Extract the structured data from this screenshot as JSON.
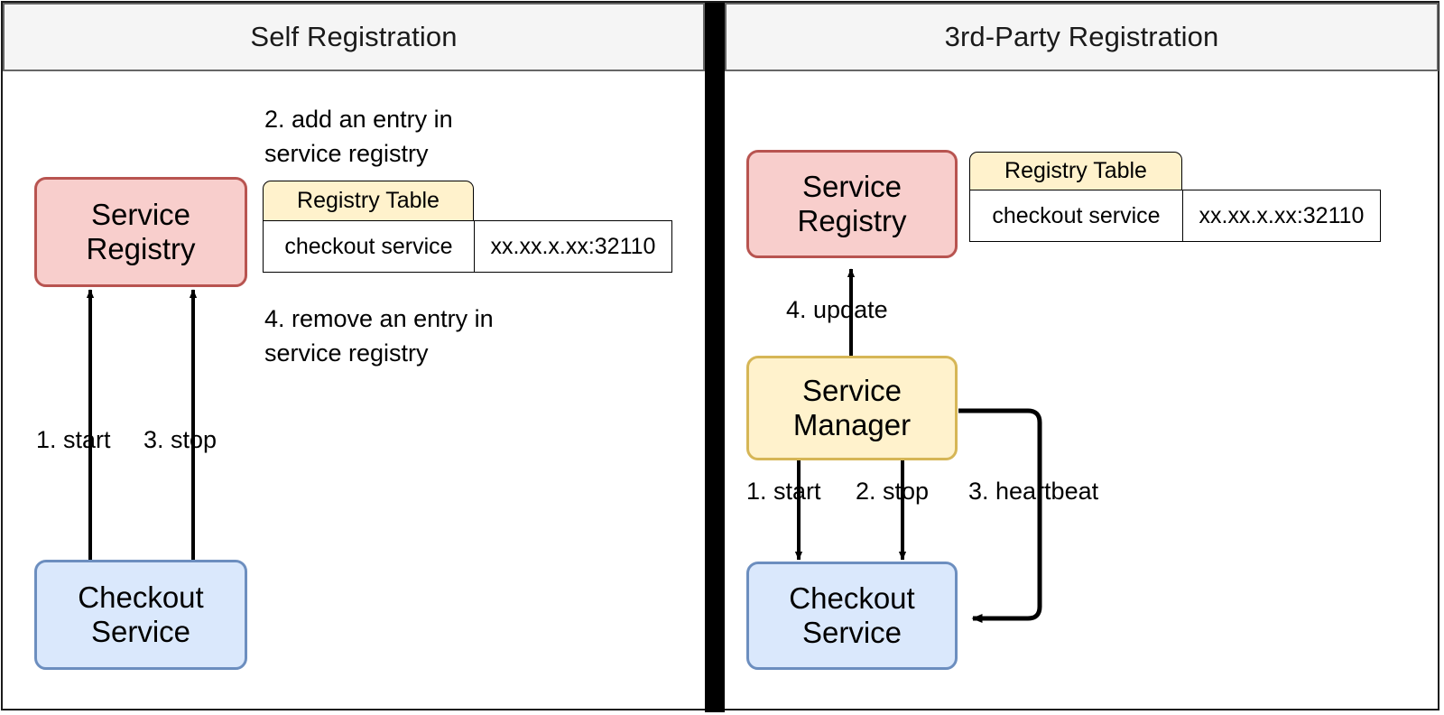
{
  "panels": {
    "left": {
      "title": "Self Registration",
      "nodes": {
        "registry": {
          "line1": "Service",
          "line2": "Registry"
        },
        "checkout": {
          "line1": "Checkout",
          "line2": "Service"
        }
      },
      "table": {
        "header": "Registry Table",
        "row": {
          "name": "checkout service",
          "address": "xx.xx.x.xx:32110"
        }
      },
      "notes": {
        "add_entry": "2. add an entry in\nservice registry",
        "remove_entry": "4. remove an entry in\nservice registry"
      },
      "edges": {
        "start": "1. start",
        "stop": "3. stop"
      }
    },
    "right": {
      "title": "3rd-Party Registration",
      "nodes": {
        "registry": {
          "line1": "Service",
          "line2": "Registry"
        },
        "manager": {
          "line1": "Service",
          "line2": "Manager"
        },
        "checkout": {
          "line1": "Checkout",
          "line2": "Service"
        }
      },
      "table": {
        "header": "Registry Table",
        "row": {
          "name": "checkout service",
          "address": "xx.xx.x.xx:32110"
        }
      },
      "edges": {
        "update": "4. update",
        "start": "1. start",
        "stop": "2. stop",
        "heartbeat": "3. heartbeat"
      }
    }
  },
  "colors": {
    "registry_fill": "#f8cecc",
    "registry_stroke": "#b85450",
    "checkout_fill": "#dae8fc",
    "checkout_stroke": "#6c8ebf",
    "manager_fill": "#fff2cc",
    "manager_stroke": "#d6b656",
    "table_header_fill": "#fff2cc",
    "banner_fill": "#f5f5f5",
    "banner_stroke": "#666666",
    "arrow": "#000000",
    "frame": "#1a1a1a"
  }
}
